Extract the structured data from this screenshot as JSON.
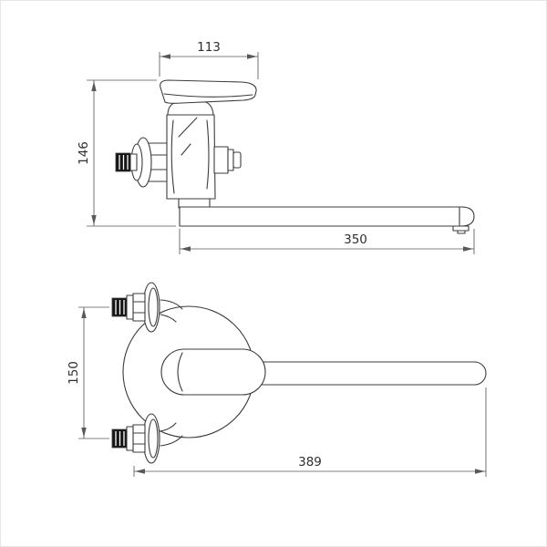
{
  "drawing": {
    "type": "technical-dimension-drawing",
    "subject": "wall-mounted single-lever mixer tap, side view and front view",
    "background": "#ffffff",
    "line_color": "#3c3c3c",
    "dimension_color": "#58595b",
    "side_view": {
      "handle_width_mm": "113",
      "body_height_mm": "146",
      "spout_reach_mm": "350"
    },
    "front_view": {
      "mount_spacing_mm": "150",
      "overall_length_mm": "389"
    }
  }
}
